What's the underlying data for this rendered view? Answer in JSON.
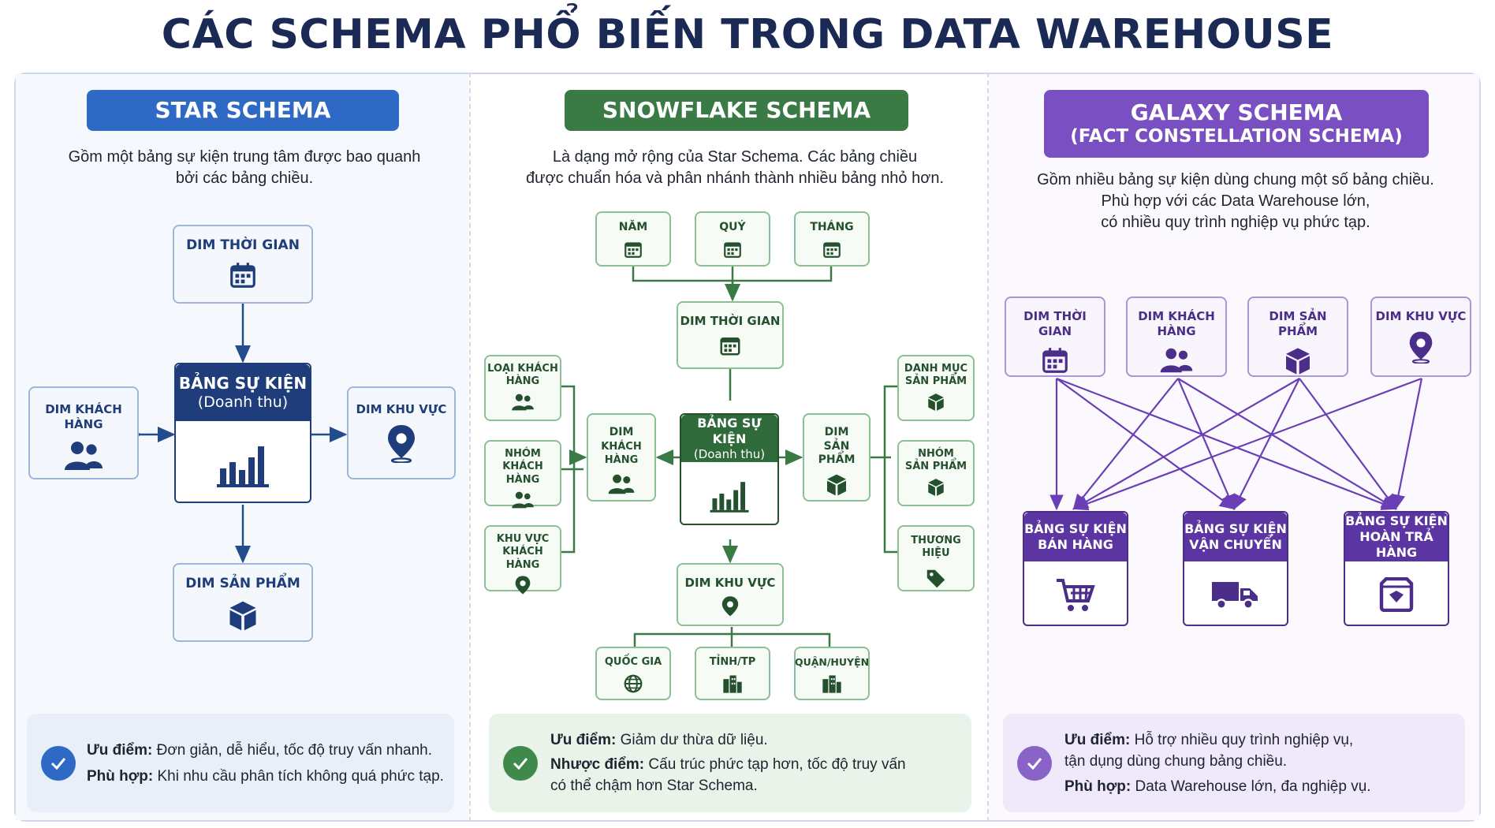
{
  "title": "CÁC SCHEMA PHỔ BIẾN TRONG DATA WAREHOUSE",
  "colors": {
    "star": "#2f69c6",
    "snowflake": "#3a7a44",
    "galaxy": "#7a4fc2",
    "title": "#1b2a55"
  },
  "star": {
    "banner": "STAR SCHEMA",
    "desc_line1": "Gồm một bảng sự kiện trung tâm được bao quanh",
    "desc_line2": "bởi các bảng chiều.",
    "fact_title": "BẢNG SỰ KIỆN",
    "fact_sub": "(Doanh thu)",
    "dim_time": "DIM THỜI GIAN",
    "dim_customer": "DIM KHÁCH HÀNG",
    "dim_region": "DIM KHU VỰC",
    "dim_product": "DIM SẢN PHẨM",
    "pros_label": "Ưu điểm:",
    "pros_text": "Đơn giản, dễ hiểu, tốc độ truy vấn nhanh.",
    "fit_label": "Phù hợp:",
    "fit_text": "Khi nhu cầu phân tích không quá phức tạp."
  },
  "snowflake": {
    "banner": "SNOWFLAKE SCHEMA",
    "desc_line1": "Là dạng mở rộng của Star Schema. Các bảng chiều",
    "desc_line2": "được chuẩn hóa và phân nhánh thành nhiều bảng nhỏ hơn.",
    "year": "NĂM",
    "quarter": "QUÝ",
    "month": "THÁNG",
    "dim_time": "DIM THỜI GIAN",
    "customer_type_1": "LOẠI KHÁCH",
    "customer_type_2": "HÀNG",
    "customer_group_1": "NHÓM KHÁCH",
    "customer_group_2": "HÀNG",
    "customer_area_1": "KHU VỰC",
    "customer_area_2": "KHÁCH HÀNG",
    "dim_customer_1": "DIM",
    "dim_customer_2": "KHÁCH HÀNG",
    "fact_title": "BẢNG SỰ KIỆN",
    "fact_sub": "(Doanh thu)",
    "dim_product_1": "DIM",
    "dim_product_2": "SẢN PHẨM",
    "category_1": "DANH MỤC",
    "category_2": "SẢN PHẨM",
    "product_group_1": "NHÓM",
    "product_group_2": "SẢN PHẨM",
    "brand": "THƯƠNG HIỆU",
    "dim_region": "DIM KHU VỰC",
    "country": "QUỐC GIA",
    "province": "TỈNH/TP",
    "district": "QUẬN/HUYỆN",
    "pros_label": "Ưu điểm:",
    "pros_text": "Giảm dư thừa dữ liệu.",
    "cons_label": "Nhược điểm:",
    "cons_text_1": "Cấu trúc phức tạp hơn, tốc độ truy vấn",
    "cons_text_2": "có thể chậm hơn Star Schema."
  },
  "galaxy": {
    "banner_1": "GALAXY SCHEMA",
    "banner_2": "(FACT CONSTELLATION SCHEMA)",
    "desc_line1": "Gồm nhiều bảng sự kiện dùng chung một số bảng chiều.",
    "desc_line2": "Phù hợp với các Data Warehouse lớn,",
    "desc_line3": "có nhiều quy trình nghiệp vụ phức tạp.",
    "dim_time": "DIM THỜI GIAN",
    "dim_customer": "DIM KHÁCH HÀNG",
    "dim_product": "DIM SẢN PHẨM",
    "dim_region": "DIM KHU VỰC",
    "fact_sales_1": "BẢNG SỰ KIỆN",
    "fact_sales_2": "BÁN HÀNG",
    "fact_ship_1": "BẢNG SỰ KIỆN",
    "fact_ship_2": "VẬN CHUYỂN",
    "fact_return_1": "BẢNG SỰ KIỆN",
    "fact_return_2": "HOÀN TRẢ HÀNG",
    "pros_label": "Ưu điểm:",
    "pros_text_1": "Hỗ trợ nhiều quy trình nghiệp vụ,",
    "pros_text_2": "tận dụng dùng chung bảng chiều.",
    "fit_label": "Phù hợp:",
    "fit_text": "Data Warehouse lớn, đa nghiệp vụ."
  }
}
